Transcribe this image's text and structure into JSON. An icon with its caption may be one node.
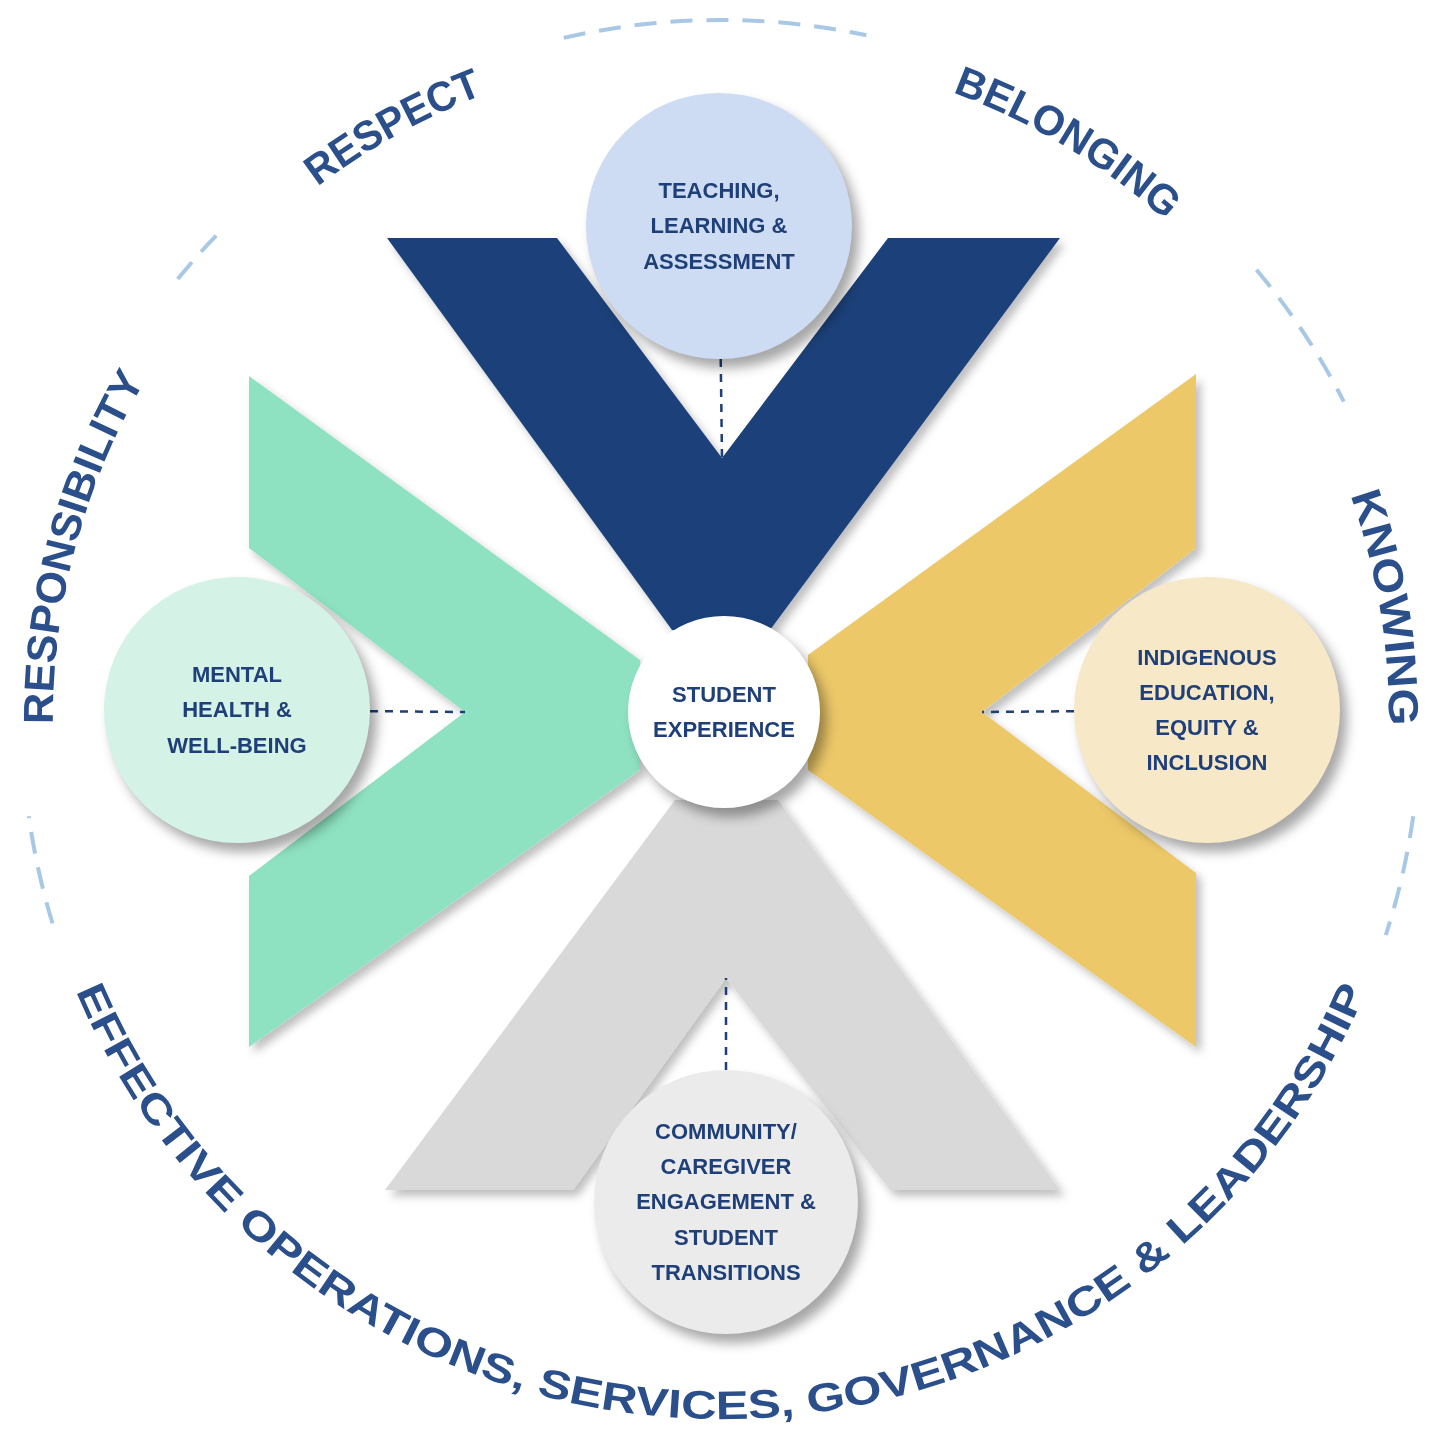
{
  "diagram": {
    "nodes": [
      {
        "text": [
          "TEACHING, LEARNING & ASSESSMENT"
        ]
      },
      {
        "text": [],
        "shape": "chevron"
      },
      {
        "text": [
          "MENTAL HEALTH & WELL-BEING"
        ]
      },
      {
        "text": [],
        "shape": "chevron"
      },
      {
        "text": [
          "STUDENT EXPERIENCE"
        ]
      },
      {
        "text": [],
        "shape": "chevron"
      },
      {
        "text": [
          "INDIGENOUS EDUCATION, EQUITY & INCLUSION"
        ]
      },
      {
        "text": [],
        "shape": "chevron"
      },
      {
        "text": [
          "COMMUNITY/ CAREGIVER ENGAGEMENT & STUDENT TRANSITIONS"
        ]
      }
    ],
    "edges": [
      {
        "from": 0,
        "to": 1,
        "arrow": "none",
        "style": "dashed"
      },
      {
        "from": 2,
        "to": 3,
        "arrow": "none",
        "style": "dashed"
      },
      {
        "from": 6,
        "to": 5,
        "arrow": "none",
        "style": "dashed"
      },
      {
        "from": 8,
        "to": 7,
        "arrow": "none",
        "style": "dashed"
      }
    ],
    "labels": [
      "RESPECT",
      "BELONGING",
      "RESPONSIBILITY",
      "KNOWING",
      "EFFECTIVE OPERATIONS, SERVICES, GOVERNANCE & LEADERSHIP"
    ]
  }
}
